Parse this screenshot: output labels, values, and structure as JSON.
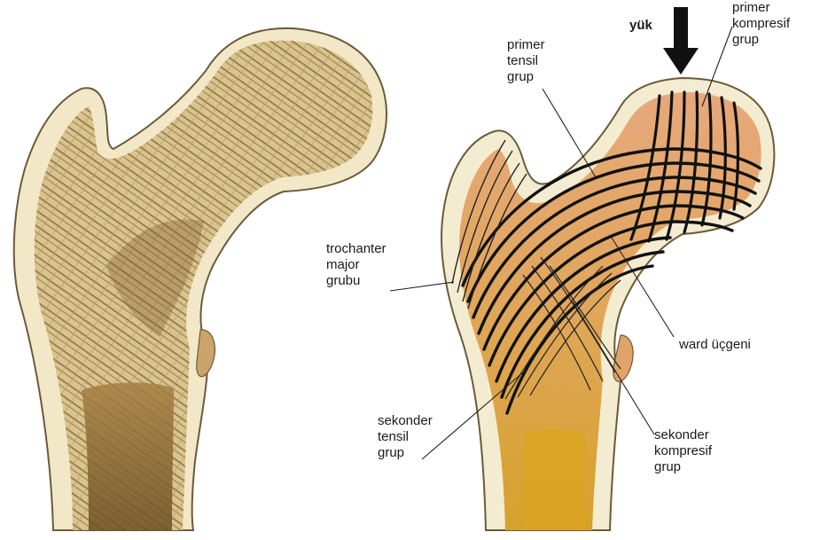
{
  "labels": {
    "load": "yük",
    "primary_compressive": "primer\nkompresif\ngrup",
    "primary_tensile": "primer\ntensil\ngrup",
    "greater_trochanter": "trochanter\nmajor\ngrubu",
    "ward_triangle": "ward üçgeni",
    "secondary_tensile": "sekonder\ntensil\ngrup",
    "secondary_compressive": "sekonder\nkompresif\ngrup"
  },
  "colors": {
    "cortex": "#f4ecd0",
    "cortex_outline": "#6b5a3a",
    "trabecular_left": "#a37c3c",
    "marrow": "#7a5a2a",
    "cancellous_right": "#e0956a",
    "shaft_fill_right": "#d6a22c",
    "trabecular_lines": "#111111",
    "label_text": "#1a1a1a"
  },
  "icons": {
    "load_arrow": "arrow-down-icon"
  }
}
